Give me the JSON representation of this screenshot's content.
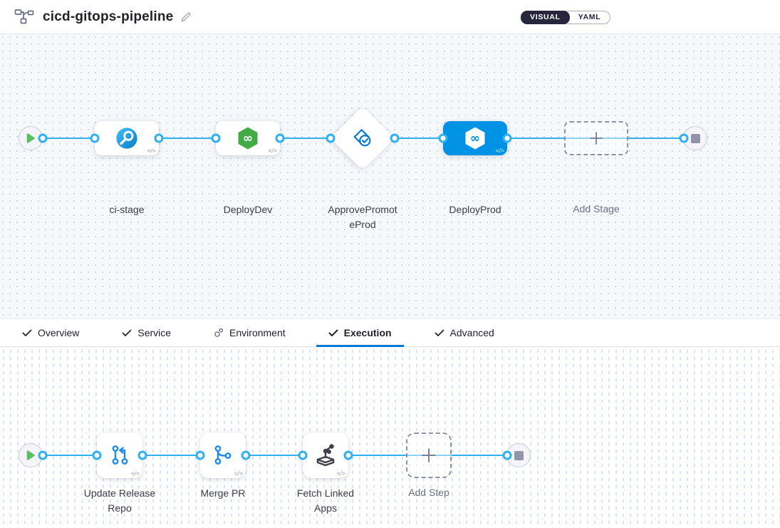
{
  "colors": {
    "selected_stage_blue": "#0092e4",
    "connector_blue": "#2fb0f0",
    "cd_green": "#42ab45",
    "ci_blue": "#1d94e2",
    "tab_underline_blue": "#0278d5",
    "toggle_dark": "#26263d",
    "canvas_stage_bg": "#f5f9fc",
    "canvas_exec_bg": "#ffffff"
  },
  "header": {
    "title": "cicd-gitops-pipeline",
    "view_toggle": {
      "visual_label": "VISUAL",
      "yaml_label": "YAML",
      "selected": "VISUAL"
    }
  },
  "stage_canvas": {
    "start_node": "play",
    "end_node": "stop",
    "stages": [
      {
        "label": "ci-stage",
        "type": "ci-build",
        "icon": "ci-icon",
        "shape": "rect",
        "selected": false
      },
      {
        "label": "DeployDev",
        "type": "cd-deploy",
        "icon": "cd-hexagon-icon",
        "shape": "rect",
        "selected": false
      },
      {
        "label": "ApprovePromoteProd",
        "type": "approval",
        "icon": "approval-icon",
        "shape": "diamond",
        "selected": false
      },
      {
        "label": "DeployProd",
        "type": "cd-deploy",
        "icon": "cd-hexagon-icon",
        "shape": "rect",
        "selected": true
      },
      {
        "label": "Add Stage",
        "type": "add",
        "icon": "plus-icon",
        "shape": "dashed-rect",
        "selected": false
      }
    ]
  },
  "tabs": [
    {
      "label": "Overview",
      "icon": "check",
      "active": false
    },
    {
      "label": "Service",
      "icon": "check",
      "active": false
    },
    {
      "label": "Environment",
      "icon": "environment",
      "active": false
    },
    {
      "label": "Execution",
      "icon": "check",
      "active": true
    },
    {
      "label": "Advanced",
      "icon": "check",
      "active": false
    }
  ],
  "execution_canvas": {
    "start_node": "play",
    "end_node": "stop",
    "steps": [
      {
        "label": "Update Release Repo",
        "type": "update-release-repo",
        "icon": "git-update-icon"
      },
      {
        "label": "Merge PR",
        "type": "merge-pr",
        "icon": "git-merge-icon"
      },
      {
        "label": "Fetch Linked Apps",
        "type": "fetch-linked-apps",
        "icon": "fetch-apps-icon"
      },
      {
        "label": "Add Step",
        "type": "add",
        "icon": "plus-icon"
      }
    ]
  }
}
